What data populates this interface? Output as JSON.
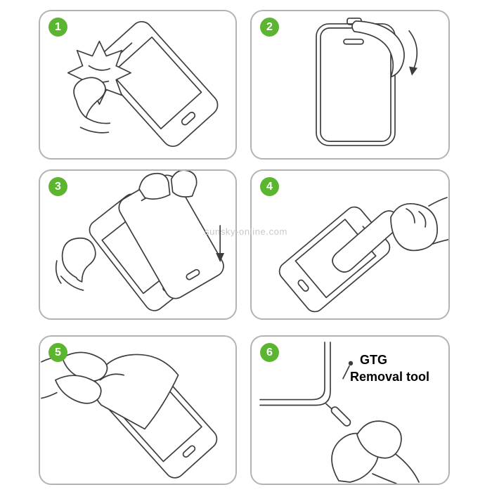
{
  "page": {
    "watermark": "sunsky-online.com"
  },
  "colors": {
    "badge_green": "#5cb531",
    "badge_number": "#ffffff",
    "panel_border": "#b3b3b3",
    "line_art": "#3d3d3d",
    "watermark_gray": "#c9c9c9",
    "label_black": "#000000"
  },
  "steps": [
    {
      "number": "1",
      "illustration": "wipe-phone-with-cloth"
    },
    {
      "number": "2",
      "illustration": "peel-protective-film"
    },
    {
      "number": "3",
      "illustration": "align-protector-over-phone"
    },
    {
      "number": "4",
      "illustration": "smooth-screen-with-finger"
    },
    {
      "number": "5",
      "illustration": "peel-top-layer-off-phone"
    },
    {
      "number": "6",
      "illustration": "use-gtg-removal-tool",
      "label_line1": "GTG",
      "label_line2": "Removal tool"
    }
  ]
}
